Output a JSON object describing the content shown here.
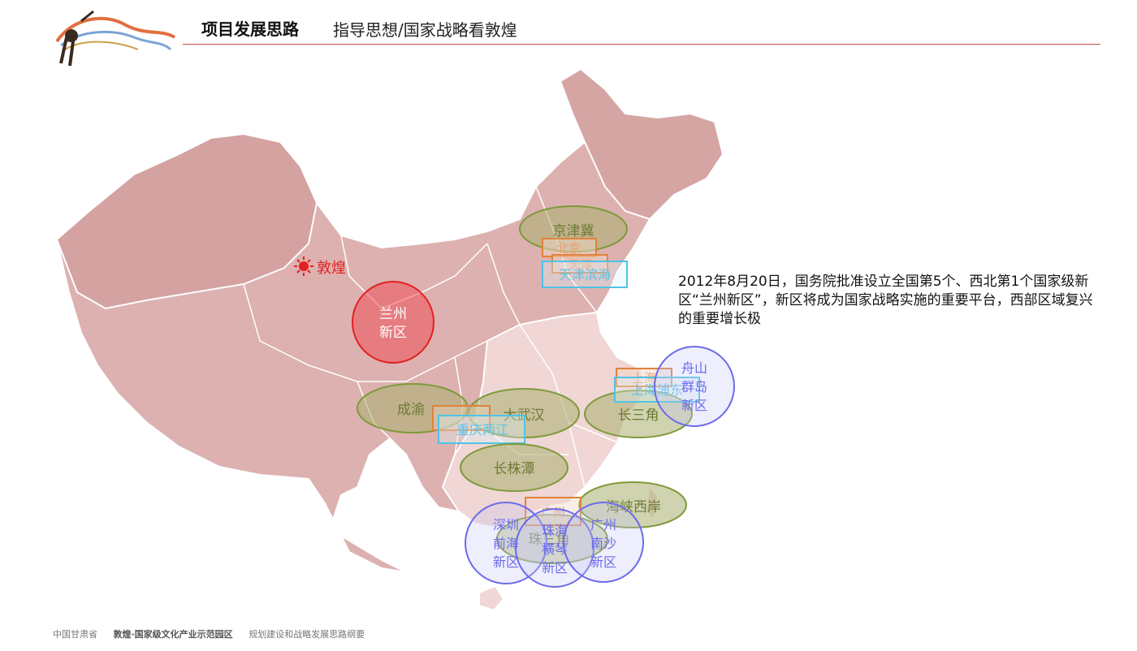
{
  "header": {
    "title": "项目发展思路",
    "subtitle": "指导思想/国家战略看敦煌"
  },
  "map": {
    "dunhuang_label": "敦煌",
    "lanzhou": [
      "兰州",
      "新区"
    ],
    "regions": {
      "jingjinji": "京津冀",
      "beijing": "北京",
      "tianjin": "天津",
      "tianjin_binhai": "天津滨海",
      "chengyu": "成渝",
      "da_wuhan": "大武汉",
      "chongqing_liangjiang": "重庆两江",
      "changzhutan": "长株潭",
      "changsanjiao": "长三角",
      "shanghai": "上海",
      "shanghai_pudong": "上海浦东",
      "zhoushan": [
        "舟山",
        "群岛",
        "新区"
      ],
      "haixia_xian": "海峡西岸",
      "guangzhou_box": "广州",
      "zhusanjiao": "珠三角",
      "shenzhen_qianhai": [
        "深圳",
        "前海",
        "新区"
      ],
      "zhuhai_hengqin": [
        "珠海",
        "横琴",
        "新区"
      ],
      "guangzhou_nansha": [
        "广州",
        "南沙",
        "新区"
      ]
    }
  },
  "annotation": "2012年8月20日，国务院批准设立全国第5个、西北第1个国家级新区“兰州新区”，新区将成为国家战略实施的重要平台，西部区域复兴的重要增长极",
  "footer": {
    "province": "中国甘肃省",
    "project": "敦煌·国家级文化产业示范园区",
    "doc": "规划建设和战略发展思路纲要"
  },
  "colors": {
    "map_dark": "#d8aaa9",
    "map_light": "#f0d4d4",
    "accent_red": "#c0504d",
    "green": "#8a9a45",
    "blue": "#6b6bea",
    "cyan": "#4fc3e6",
    "orange": "#e0823a"
  }
}
